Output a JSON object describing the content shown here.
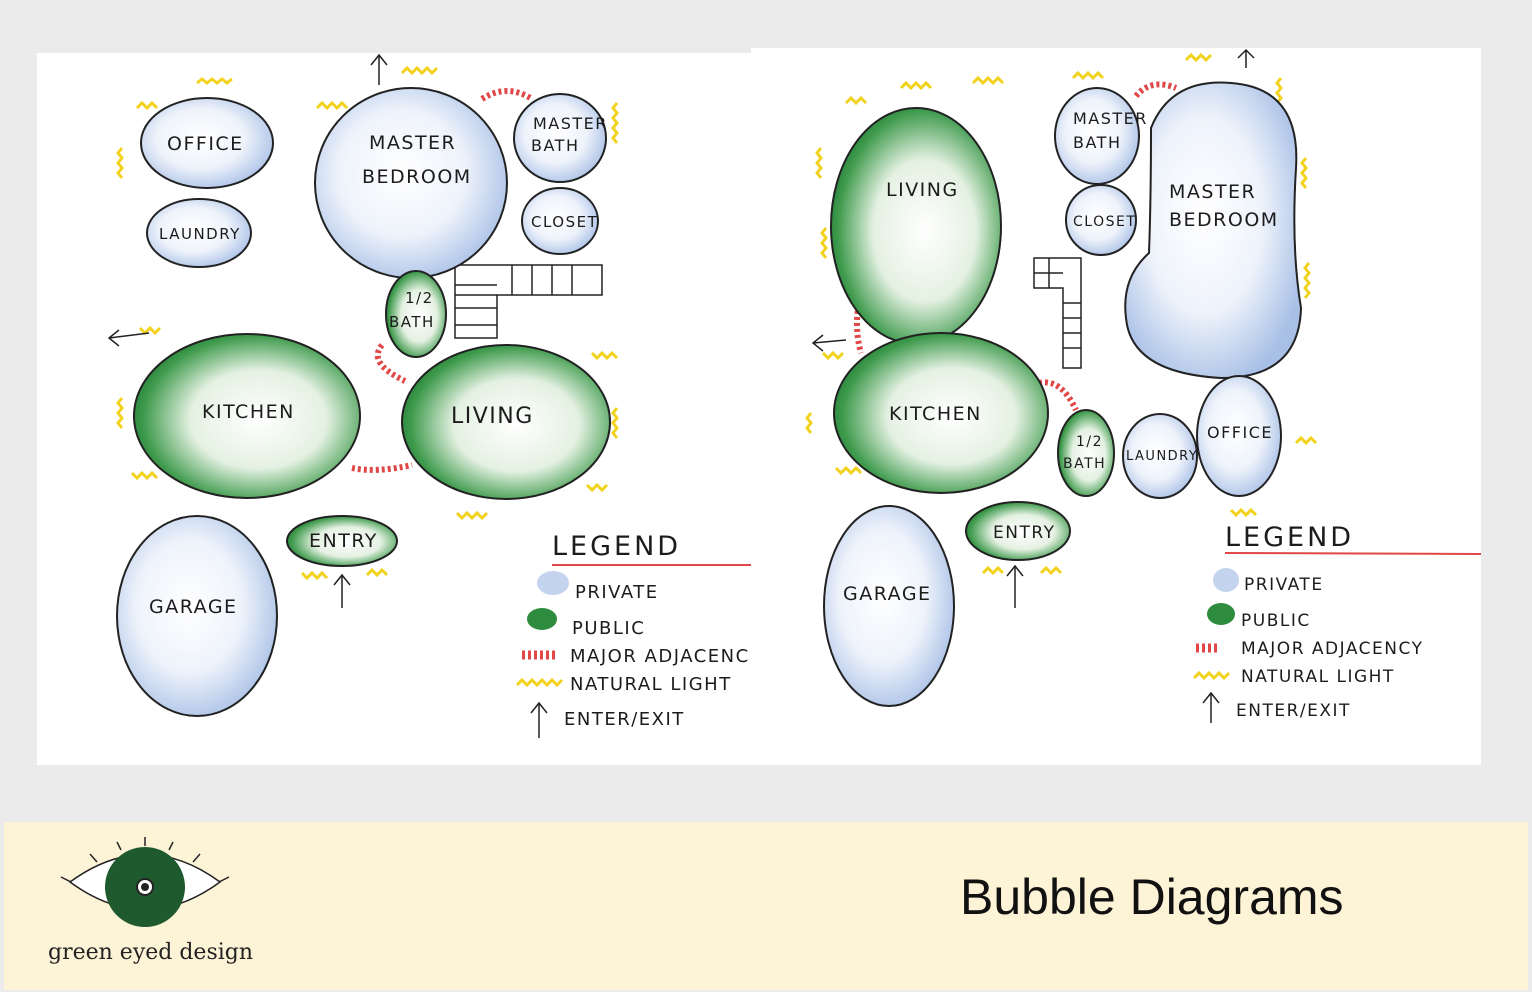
{
  "left_diagram": {
    "rooms": {
      "office": "OFFICE",
      "laundry": "LAUNDRY",
      "master_bedroom_1": "MASTER",
      "master_bedroom_2": "BEDROOM",
      "master_bath_1": "MASTER",
      "master_bath_2": "BATH",
      "closet": "CLOSET",
      "half_bath_1": "1/2",
      "half_bath_2": "BATH",
      "kitchen": "KITCHEN",
      "living": "LIVING",
      "garage": "GARAGE",
      "entry": "ENTRY"
    },
    "legend": {
      "title": "LEGEND",
      "private": "PRIVATE",
      "public": "PUBLIC",
      "adjacency": "MAJOR ADJACENC",
      "light": "NATURAL LIGHT",
      "enter": "ENTER/EXIT"
    }
  },
  "right_diagram": {
    "rooms": {
      "living": "LIVING",
      "master_bath_1": "MASTER",
      "master_bath_2": "BATH",
      "closet": "CLOSET",
      "master_bedroom_1": "MASTER",
      "master_bedroom_2": "BEDROOM",
      "kitchen": "KITCHEN",
      "half_bath_1": "1/2",
      "half_bath_2": "BATH",
      "laundry": "LAUNDRY",
      "office": "OFFICE",
      "garage": "GARAGE",
      "entry": "ENTRY"
    },
    "legend": {
      "title": "LEGEND",
      "private": "PRIVATE",
      "public": "PUBLIC",
      "adjacency": "MAJOR ADJACENCY",
      "light": "NATURAL LIGHT",
      "enter": "ENTER/EXIT"
    }
  },
  "footer": {
    "logo_text": "green eyed design",
    "title": "Bubble Diagrams"
  },
  "colors": {
    "private_fill": "#c5d4ee",
    "public_fill": "#2e8c3e",
    "adjacency": "#e04848",
    "light": "#f2d21c",
    "footer_bg": "#fdf3d6"
  }
}
